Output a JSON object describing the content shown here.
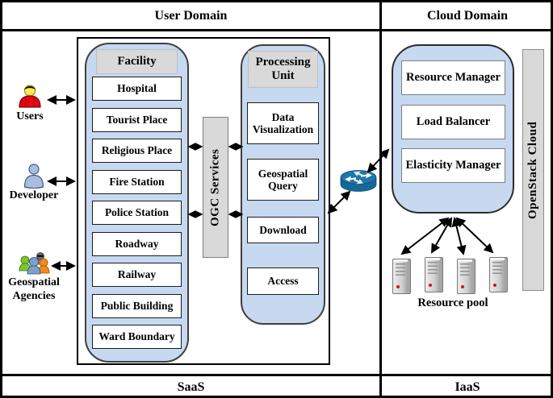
{
  "header": {
    "user_domain": "User Domain",
    "cloud_domain": "Cloud Domain"
  },
  "footer": {
    "saas": "SaaS",
    "iaas": "IaaS"
  },
  "actors": [
    {
      "label": "Users",
      "icon": "user-icon"
    },
    {
      "label": "Developer",
      "icon": "developer-icon"
    },
    {
      "label": "Geospatial Agencies",
      "icon": "geospatial-agencies-icon"
    }
  ],
  "facility": {
    "title": "Facility",
    "items": [
      "Hospital",
      "Tourist Place",
      "Religious Place",
      "Fire Station",
      "Police Station",
      "Roadway",
      "Railway",
      "Public Building",
      "Ward Boundary"
    ]
  },
  "ogc": {
    "label": "OGC Services"
  },
  "processing": {
    "title": "Processing Unit",
    "items": [
      "Data Visualization",
      "Geospatial Query",
      "Download",
      "Access"
    ]
  },
  "cloud": {
    "items": [
      "Resource Manager",
      "Load Balancer",
      "Elasticity Manager"
    ],
    "openstack_label": "OpenStack Cloud",
    "resource_pool_label": "Resource pool"
  },
  "icons": {
    "network": "router-icon",
    "compute": "server-icon"
  },
  "colors": {
    "panel_blue": "#c6d9f1",
    "bar_gray": "#d9d9d9",
    "router_blue": "#15699a",
    "server_led_red": "#dd1111",
    "user_red": "#e30613",
    "developer_blue": "#a9bedd"
  }
}
